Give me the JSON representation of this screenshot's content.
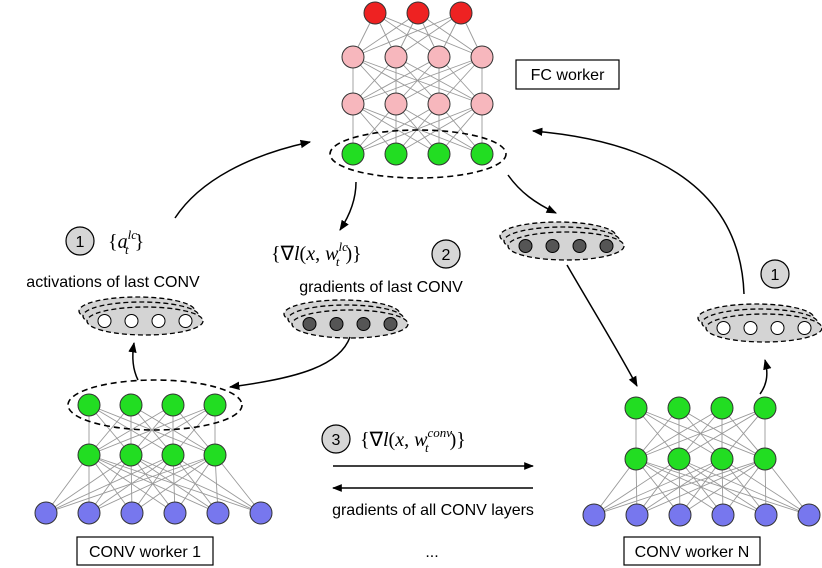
{
  "fc_worker": {
    "label": "FC worker",
    "layers": [
      3,
      4,
      4,
      4
    ],
    "layer_colors": [
      "#ee2222",
      "#f7b7bd",
      "#f7b7bd",
      "#22dd22"
    ]
  },
  "conv_worker_1": {
    "label": "CONV worker 1",
    "layers": [
      4,
      4,
      6
    ],
    "layer_colors": [
      "#22dd22",
      "#22dd22",
      "#7777ee"
    ]
  },
  "conv_worker_n": {
    "label": "CONV worker N",
    "layers": [
      4,
      4,
      6
    ],
    "layer_colors": [
      "#22dd22",
      "#22dd22",
      "#7777ee"
    ]
  },
  "step1": {
    "number": "1",
    "math": "{a_t^{lc}}",
    "caption": "activations of last CONV"
  },
  "step2": {
    "number": "2",
    "math": "{∇l(x, w_t^{lc})}",
    "caption": "gradients of last CONV"
  },
  "step3": {
    "number": "3",
    "math": "{∇l(x, w_t^{conv})}",
    "caption": "gradients of all CONV layers"
  },
  "step1_right": {
    "number": "1"
  },
  "ellipsis": "...",
  "colors": {
    "activation_fill": "#ffffff",
    "gradient_fill": "#555555",
    "stack_fill": "#d4d4d4",
    "badge_fill": "#d6d6d6"
  }
}
